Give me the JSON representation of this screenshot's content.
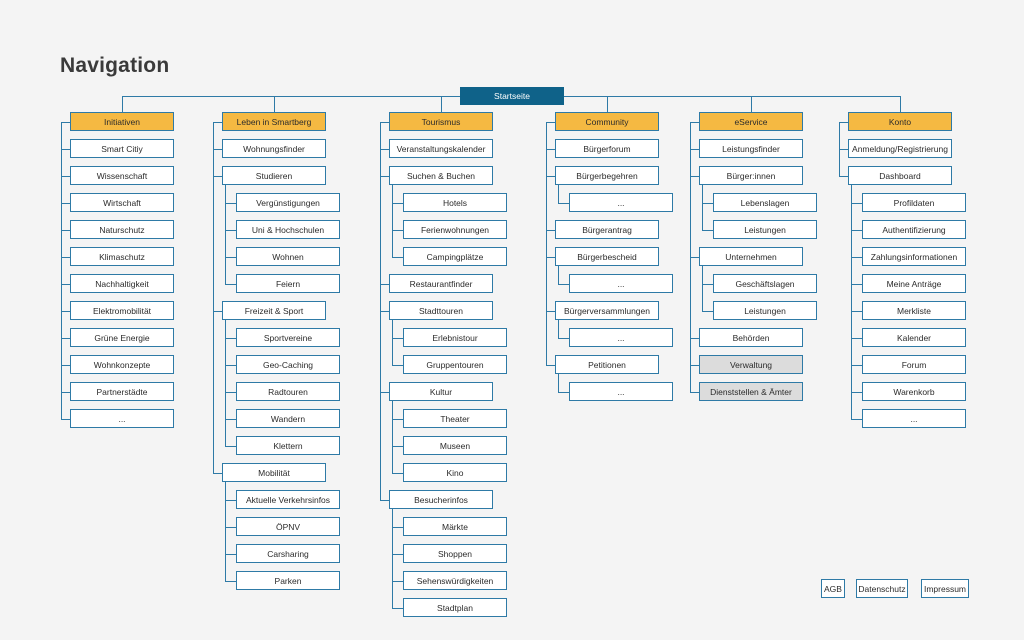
{
  "title": "Navigation",
  "root": "Startseite",
  "colors": {
    "root": "#0f6289",
    "category": "#f5b942",
    "line": "#2e7aa6",
    "grey": "#dcdcdc"
  },
  "columns": [
    {
      "label": "Initiativen",
      "items": [
        {
          "label": "Smart Citiy"
        },
        {
          "label": "Wissenschaft"
        },
        {
          "label": "Wirtschaft"
        },
        {
          "label": "Naturschutz"
        },
        {
          "label": "Klimaschutz"
        },
        {
          "label": "Nachhaltigkeit"
        },
        {
          "label": "Elektromobilität"
        },
        {
          "label": "Grüne Energie"
        },
        {
          "label": "Wohnkonzepte"
        },
        {
          "label": "Partnerstädte"
        },
        {
          "label": "..."
        }
      ]
    },
    {
      "label": "Leben in Smartberg",
      "items": [
        {
          "label": "Wohnungsfinder"
        },
        {
          "label": "Studieren",
          "children": [
            "Vergünstigungen",
            "Uni & Hochschulen",
            "Wohnen",
            "Feiern"
          ]
        },
        {
          "label": "Freizeit & Sport",
          "children": [
            "Sportvereine",
            "Geo-Caching",
            "Radtouren",
            "Wandern",
            "Klettern"
          ]
        },
        {
          "label": "Mobilität",
          "children": [
            "Aktuelle Verkehrsinfos",
            "ÖPNV",
            "Carsharing",
            "Parken"
          ]
        }
      ]
    },
    {
      "label": "Tourismus",
      "items": [
        {
          "label": "Veranstaltungskalender"
        },
        {
          "label": "Suchen & Buchen",
          "children": [
            "Hotels",
            "Ferienwohnungen",
            "Campingplätze"
          ]
        },
        {
          "label": "Restaurantfinder"
        },
        {
          "label": "Stadttouren",
          "children": [
            "Erlebnistour",
            "Gruppentouren"
          ]
        },
        {
          "label": "Kultur",
          "children": [
            "Theater",
            "Museen",
            "Kino"
          ]
        },
        {
          "label": "Besucherinfos",
          "children": [
            "Märkte",
            "Shoppen",
            "Sehenswürdigkeiten",
            "Stadtplan"
          ]
        }
      ]
    },
    {
      "label": "Community",
      "items": [
        {
          "label": "Bürgerforum"
        },
        {
          "label": "Bürgerbegehren",
          "children": [
            "..."
          ]
        },
        {
          "label": "Bürgerantrag"
        },
        {
          "label": "Bürgerbescheid",
          "children": [
            "..."
          ]
        },
        {
          "label": "Bürgerversammlungen",
          "children": [
            "..."
          ]
        },
        {
          "label": "Petitionen",
          "children": [
            "..."
          ]
        }
      ]
    },
    {
      "label": "eService",
      "items": [
        {
          "label": "Leistungsfinder"
        },
        {
          "label": "Bürger:innen",
          "children": [
            "Lebenslagen",
            "Leistungen"
          ]
        },
        {
          "label": "Unternehmen",
          "children": [
            "Geschäftslagen",
            "Leistungen"
          ]
        },
        {
          "label": "Behörden"
        },
        {
          "label": "Verwaltung",
          "grey": true
        },
        {
          "label": "Dienststellen & Ämter",
          "grey": true
        }
      ]
    },
    {
      "label": "Konto",
      "items": [
        {
          "label": "Anmeldung/Registrierung"
        },
        {
          "label": "Dashboard",
          "children": [
            "Profildaten",
            "Authentifizierung",
            "Zahlungsinformationen",
            "Meine Anträge",
            "Merkliste",
            "Kalender",
            "Forum",
            "Warenkorb",
            "..."
          ]
        }
      ]
    }
  ],
  "footer": [
    "AGB",
    "Datenschutz",
    "Impressum"
  ]
}
